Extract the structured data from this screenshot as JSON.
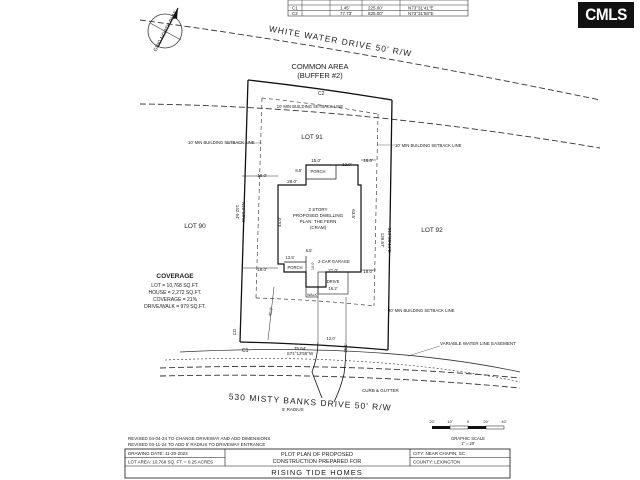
{
  "curve_table": {
    "rows": [
      [
        "",
        "",
        "",
        "",
        ""
      ],
      [
        "C1",
        "",
        "1.45'",
        "225.00'",
        "N73°31'41\"E"
      ],
      [
        "C2",
        "",
        "77.73'",
        "825.00'",
        "N73°31'58\"E"
      ]
    ]
  },
  "logo": {
    "text": "CMLS"
  },
  "north_arrow": {
    "label": "GRID NORTH PLAT"
  },
  "roads": {
    "top": "WHITE WATER DRIVE 50' R/W",
    "bottom": "530 MISTY BANKS DRIVE 50' R/W"
  },
  "common_area": {
    "line1": "COMMON AREA",
    "line2": "(BUFFER #2)"
  },
  "arc_labels": {
    "top": "C2",
    "bottom": "C1"
  },
  "setbacks": {
    "rear_10": "10' MIN BUILDING SETBACK LINE",
    "left_10": "10' MIN BUILDING SETBACK LINE",
    "right_10": "10' MIN BUILDING SETBACK LINE",
    "front_30": "30' MIN BUILDING SETBACK LINE"
  },
  "lots": {
    "main": "LOT 91",
    "left": "LOT 90",
    "right": "LOT 92"
  },
  "house": {
    "line1": "2 STORY",
    "line2": "PROPOSED DWELLING",
    "line3": "PLAN: THE FERN",
    "line4": "(CRAM)",
    "rear_porch": "PORCH",
    "front_porch": "PORCH",
    "garage": "2-CAR GARAGE",
    "drive": "DRIVE",
    "walk": "WALK"
  },
  "dimensions": {
    "porch_width": "15.0'",
    "porch_depth": "8.5'",
    "porch_right": "12.0'",
    "rear_left": "18.0'",
    "rear_right": "18.0'",
    "house_top": "28.0'",
    "side_left": "44.0'",
    "side_right": "63.5'",
    "offset_a": "5.5'",
    "front_porch": "13.5'",
    "garage_step": "10.0'",
    "garage_width": "21.0'",
    "front_left": "18.0'",
    "front_right": "18.0'",
    "drive_width": "16.2'",
    "front_setback_depth": "40.0'",
    "drive_apron": "12.0'",
    "apron_depth": "25.1'",
    "left_line": "142.64'",
    "left_bearing": "N16°28'W",
    "right_line": "139.57'",
    "right_bearing": "S16°28'44\"E",
    "frontage": "75.64'",
    "frontage_bearing": "S71°13'55\"W",
    "cd_label": "CD"
  },
  "coverage": {
    "title": "COVERAGE",
    "lot": "LOT = 10,768 SQ.FT.",
    "house": "HOUSE = 2,272 SQ.FT.",
    "percent": "COVERAGE = 21%",
    "drive": "DRIVE/WALK = 979 SQ.FT."
  },
  "notes": {
    "water": "VARIABLE WATER LINE EASEMENT",
    "curb": "CURB & GUTTER",
    "radius": "5' RADIUS"
  },
  "scale": {
    "ticks": [
      "20'",
      "10'",
      "0",
      "20'",
      "40'"
    ],
    "title": "GRAPHIC SCALE",
    "ratio": "1\" = 20'"
  },
  "title_block": {
    "revised1": "REVISED 04-04-24 TO CHANGE DRIVEWAY AND ADD DIMENSIONS",
    "revised2": "REVISED 03-11-24 TO ADD 5' RADIUS TO DRIVEWAY ENTRANCE",
    "drawing_date": "DRAWING DATE: 11-20-2023",
    "lot_area": "LOT AREA: 10,768 SQ. FT. = 0.25 ACRES",
    "plan_title_1": "PLOT PLAN OF PROPOSED",
    "plan_title_2": "CONSTRUCTION PREPARED FOR",
    "client": "RISING TIDE HOMES",
    "city": "CITY: NEAR CHAPIN, SC",
    "county": "COUNTY: LEXINGTON"
  }
}
